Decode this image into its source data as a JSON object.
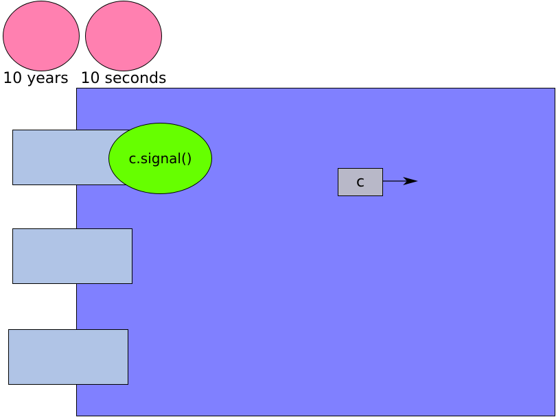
{
  "timers": [
    {
      "label": "10 years"
    },
    {
      "label": "10 seconds"
    }
  ],
  "signal_call": {
    "label": "c.signal()"
  },
  "condition_variable": {
    "label": "c"
  },
  "colors": {
    "timer_fill": "#ff80b0",
    "monitor_fill": "#8080ff",
    "thread_fill": "#b0c4e6",
    "signal_fill": "#66ff00",
    "condition_fill": "#b8b8c8",
    "outline": "#000000"
  }
}
